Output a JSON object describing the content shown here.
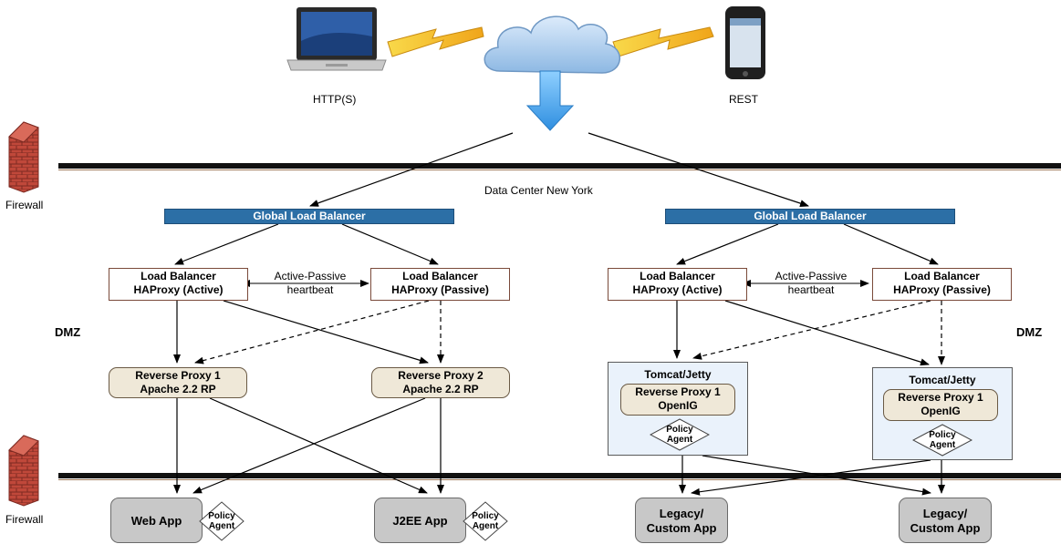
{
  "top": {
    "client_http_label": "HTTP(S)",
    "client_rest_label": "REST",
    "data_center_label": "Data Center New York"
  },
  "firewall": {
    "label": "Firewall"
  },
  "zones": {
    "dmz": "DMZ"
  },
  "left_cluster": {
    "global_lb": "Global Load Balancer",
    "lb_active": {
      "line1": "Load Balancer",
      "line2": "HAProxy (Active)"
    },
    "lb_passive": {
      "line1": "Load Balancer",
      "line2": "HAProxy (Passive)"
    },
    "heartbeat": {
      "line1": "Active-Passive",
      "line2": "heartbeat"
    },
    "rp1": {
      "line1": "Reverse Proxy 1",
      "line2": "Apache 2.2 RP"
    },
    "rp2": {
      "line1": "Reverse Proxy 2",
      "line2": "Apache 2.2 RP"
    },
    "app1": "Web App",
    "app2": "J2EE App"
  },
  "right_cluster": {
    "global_lb": "Global Load Balancer",
    "lb_active": {
      "line1": "Load Balancer",
      "line2": "HAProxy (Active)"
    },
    "lb_passive": {
      "line1": "Load Balancer",
      "line2": "HAProxy (Passive)"
    },
    "heartbeat": {
      "line1": "Active-Passive",
      "line2": "heartbeat"
    },
    "container1": {
      "title": "Tomcat/Jetty",
      "rp_line1": "Reverse Proxy 1",
      "rp_line2": "OpenIG"
    },
    "container2": {
      "title": "Tomcat/Jetty",
      "rp_line1": "Reverse Proxy 1",
      "rp_line2": "OpenIG"
    },
    "app1": {
      "line1": "Legacy/",
      "line2": "Custom App"
    },
    "app2": {
      "line1": "Legacy/",
      "line2": "Custom App"
    }
  },
  "policy_agent": {
    "line1": "Policy",
    "line2": "Agent"
  },
  "colors": {
    "global_lb": "#2c6fa6",
    "reverse_proxy": "#efe8d8",
    "container": "#eaf2fb",
    "app": "#c8c8c8",
    "firewall_line": "#000000",
    "firewall_brick": "#c0483a",
    "lightning": "#f5c518",
    "cloud": "#a9cbee",
    "down_arrow": "#4aa3e8"
  }
}
